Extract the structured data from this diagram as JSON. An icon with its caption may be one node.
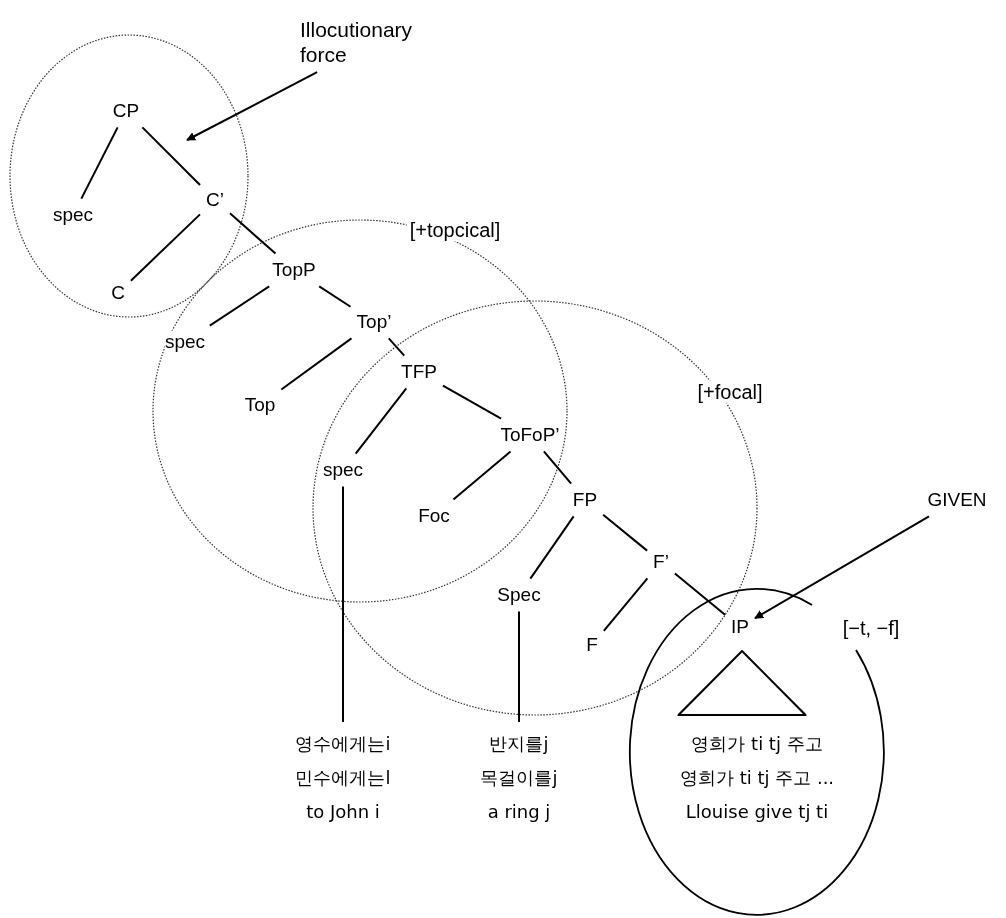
{
  "diagram": {
    "nodes": [
      {
        "text": [
          "Illocutionary force"
        ]
      },
      {
        "text": [
          "CP"
        ]
      },
      {
        "text": [
          "spec"
        ]
      },
      {
        "text": [
          "C’"
        ]
      },
      {
        "text": [
          "C"
        ]
      },
      {
        "text": [
          "TopP"
        ]
      },
      {
        "text": [
          "spec"
        ]
      },
      {
        "text": [
          "Top’"
        ]
      },
      {
        "text": [
          "Top"
        ]
      },
      {
        "text": [
          "TFP"
        ]
      },
      {
        "text": [
          "spec"
        ]
      },
      {
        "text": [
          "ToFoP’"
        ]
      },
      {
        "text": [
          "Foc"
        ]
      },
      {
        "text": [
          "FP"
        ]
      },
      {
        "text": [
          "Spec"
        ]
      },
      {
        "text": [
          "F’"
        ]
      },
      {
        "text": [
          "F"
        ]
      },
      {
        "text": [
          "IP"
        ]
      },
      {
        "text": [],
        "shape": "triangle"
      },
      {
        "text": [
          "GIVEN"
        ]
      },
      {
        "text": [
          "영수에게는i",
          "민수에게는l",
          "to John i"
        ]
      },
      {
        "text": [
          "반지를j",
          "목걸이를j",
          "a ring j"
        ]
      },
      {
        "text": [
          "영희가 ti tj 주고",
          "영희가 ti tj 주고 ...",
          "Llouise give tj ti"
        ]
      }
    ],
    "edges": [
      {
        "from": 0,
        "to": null,
        "arrow": "to"
      },
      {
        "from": 1,
        "to": 2,
        "arrow": "none"
      },
      {
        "from": 1,
        "to": 3,
        "arrow": "none"
      },
      {
        "from": 3,
        "to": 4,
        "arrow": "none"
      },
      {
        "from": 3,
        "to": 5,
        "arrow": "none"
      },
      {
        "from": 5,
        "to": 6,
        "arrow": "none"
      },
      {
        "from": 5,
        "to": 7,
        "arrow": "none"
      },
      {
        "from": 7,
        "to": 8,
        "arrow": "none"
      },
      {
        "from": 7,
        "to": 9,
        "arrow": "none"
      },
      {
        "from": 9,
        "to": 10,
        "arrow": "none"
      },
      {
        "from": 9,
        "to": 11,
        "arrow": "none"
      },
      {
        "from": 11,
        "to": 12,
        "arrow": "none"
      },
      {
        "from": 11,
        "to": 13,
        "arrow": "none"
      },
      {
        "from": 13,
        "to": 14,
        "arrow": "none"
      },
      {
        "from": 13,
        "to": 15,
        "arrow": "none"
      },
      {
        "from": 15,
        "to": 16,
        "arrow": "none"
      },
      {
        "from": 15,
        "to": 17,
        "arrow": "none"
      },
      {
        "from": 10,
        "to": 20,
        "arrow": "none"
      },
      {
        "from": 14,
        "to": 21,
        "arrow": "none"
      },
      {
        "from": 19,
        "to": 17,
        "arrow": "to"
      }
    ],
    "labels": [
      "[+topcical]",
      "[+focal]",
      "[−t, −f]"
    ]
  }
}
